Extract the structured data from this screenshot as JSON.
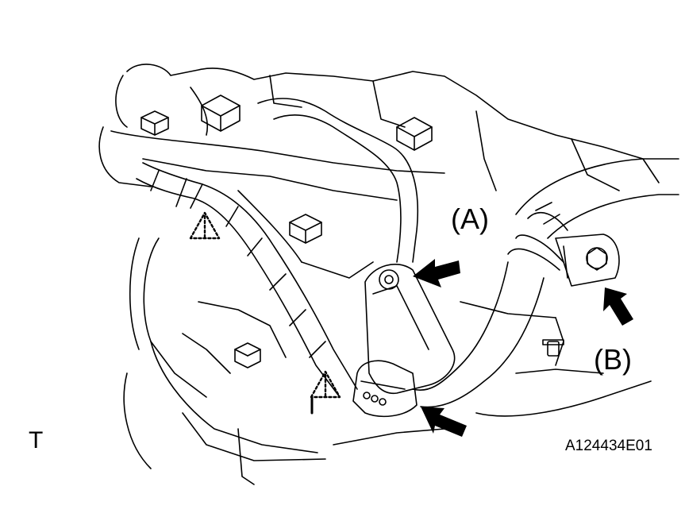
{
  "labels": {
    "callout_a": "(A)",
    "callout_b": "(B)",
    "view_marker": "T",
    "figure_id": "A124434E01"
  },
  "colors": {
    "line": "#000000",
    "background": "#ffffff"
  },
  "icons": {
    "arrow": "solid-black-arrow",
    "clip_release": "dotted-triangle-release-marker"
  }
}
